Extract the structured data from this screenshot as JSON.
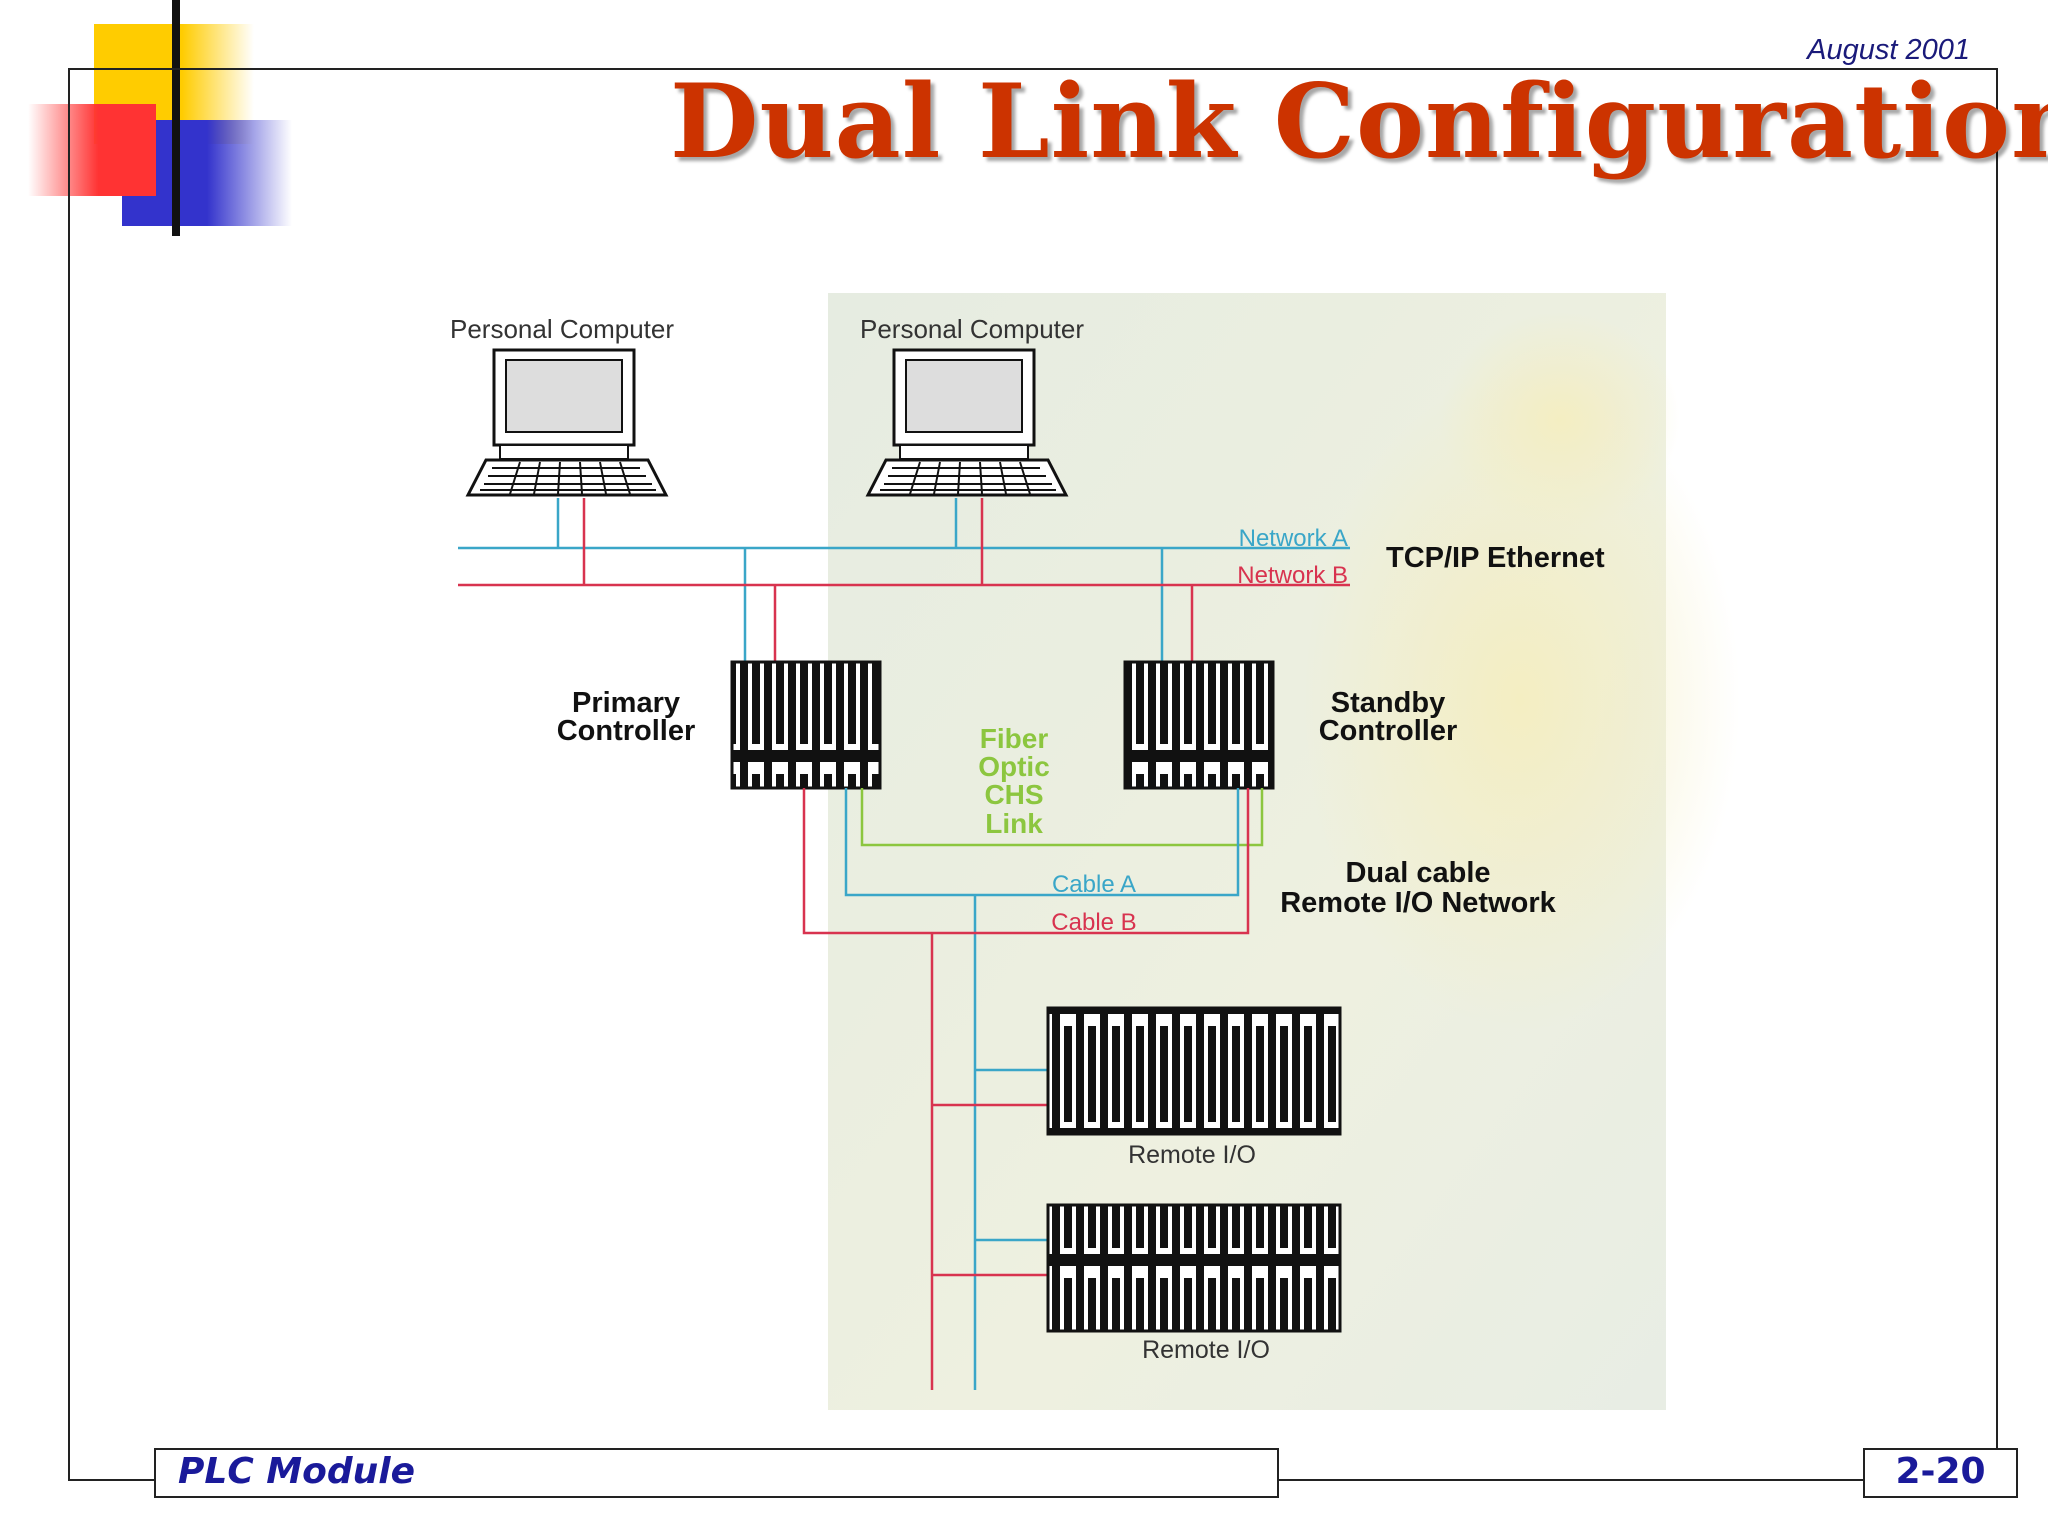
{
  "header": {
    "date": "August 2001",
    "title": "Dual Link Configuration"
  },
  "diagram": {
    "pc_left_label": "Personal Computer",
    "pc_right_label": "Personal Computer",
    "network_a_label": "Network A",
    "network_b_label": "Network B",
    "ethernet_label": "TCP/IP Ethernet",
    "primary_label_line1": "Primary",
    "primary_label_line2": "Controller",
    "standby_label_line1": "Standby",
    "standby_label_line2": "Controller",
    "fiber_line1": "Fiber",
    "fiber_line2": "Optic",
    "fiber_line3": "CHS",
    "fiber_line4": "Link",
    "cable_a_label": "Cable A",
    "cable_b_label": "Cable B",
    "dual_cable_line1": "Dual cable",
    "dual_cable_line2": "Remote I/O Network",
    "remote_io_1_label": "Remote I/O",
    "remote_io_2_label": "Remote I/O"
  },
  "footer": {
    "module_label": "PLC Module",
    "page_number": "2-20"
  },
  "colors": {
    "title": "#cc3300",
    "network_a": "#3aa6c8",
    "network_b": "#d8334f",
    "fiber": "#8cc63f",
    "footer_text": "#1a1a9a",
    "logo_yellow": "#ffcc00",
    "logo_red": "#ff3333",
    "logo_blue": "#3333cc"
  }
}
